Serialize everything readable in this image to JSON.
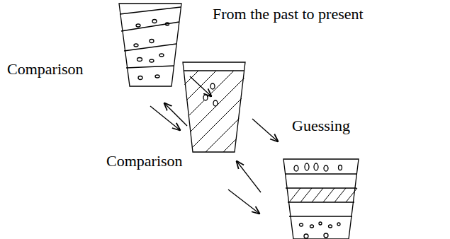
{
  "diagram": {
    "labels": [
      "From the past to present",
      "Comparison",
      "Guessing",
      "Comparison"
    ]
  }
}
